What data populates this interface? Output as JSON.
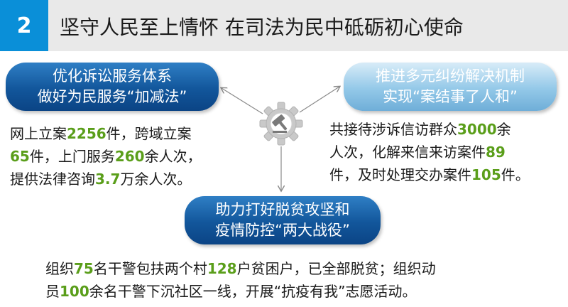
{
  "header": {
    "number": "2",
    "title": "坚守人民至上情怀 在司法为民中砥砺初心使命"
  },
  "boxes": {
    "left": {
      "line1": "优化诉讼服务体系",
      "line2": "做好为民服务“加减法”"
    },
    "right": {
      "line1": "推进多元纠纷解决机制",
      "line2": "实现“案结事了人和”"
    },
    "bottom": {
      "line1": "助力打好脱贫攻坚和",
      "line2": "疫情防控“两大战役”"
    }
  },
  "paragraphs": {
    "left": [
      [
        "网上立案",
        "2256",
        "件，跨域立案"
      ],
      [
        "",
        "65",
        "件，上门服务",
        "260",
        "余人次，"
      ],
      [
        "提供法律咨询",
        "3.7",
        "万余人次。"
      ]
    ],
    "right": [
      [
        "共接待涉诉信访群众",
        "3000",
        "余"
      ],
      [
        "人次，化解来信来访案件",
        "89"
      ],
      [
        "件，及时处理交办案件",
        "105",
        "件。"
      ]
    ],
    "bottom": [
      [
        "组织",
        "75",
        "名干警包扶两个村",
        "128",
        "户贫困户，已全部脱贫；组织动"
      ],
      [
        "员",
        "100",
        "余名干警下沉社区一线，开展“抗疫有我”志愿活动。"
      ]
    ]
  },
  "colors": {
    "accent_blue": "#0a8fd8",
    "number_green": "#5a9e1a"
  },
  "icons": {
    "center": "gavel-gear-icon"
  }
}
